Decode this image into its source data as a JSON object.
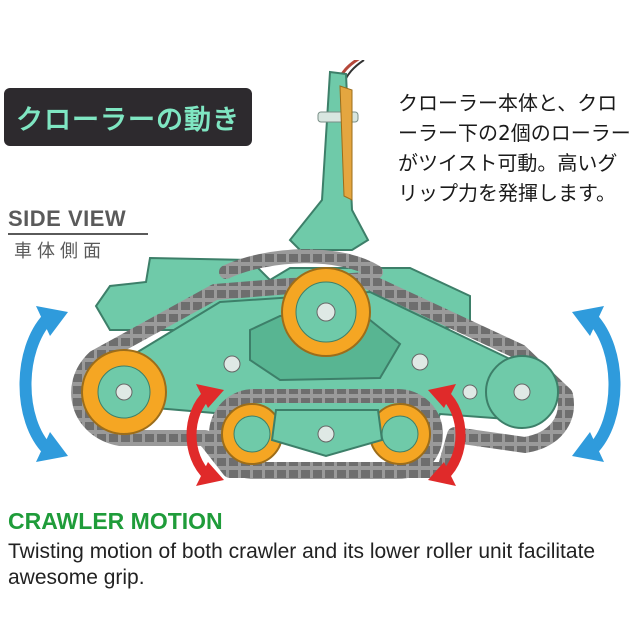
{
  "header": {
    "title_jp": "クローラーの動き",
    "description_jp": "クローラー本体と、クローラー下の2個のローラーがツイスト可動。高いグリップ力を発揮します。"
  },
  "view_label": {
    "en": "SIDE VIEW",
    "jp": "車体側面"
  },
  "footer": {
    "heading": "CRAWLER MOTION",
    "caption": "Twisting motion of both crawler and its lower roller unit facilitate awesome grip."
  },
  "colors": {
    "badge_bg": "#2d2a2e",
    "badge_text": "#7fe6c2",
    "body_green": "#6fcaa9",
    "roller_orange": "#f5a623",
    "track_gray": "#8a8a8a",
    "arrow_blue": "#2f9bdc",
    "arrow_red": "#e02a2a",
    "heading_green": "#1f9c3a"
  },
  "icons": [
    "blue-curved-double-arrow",
    "red-curved-double-arrow"
  ]
}
